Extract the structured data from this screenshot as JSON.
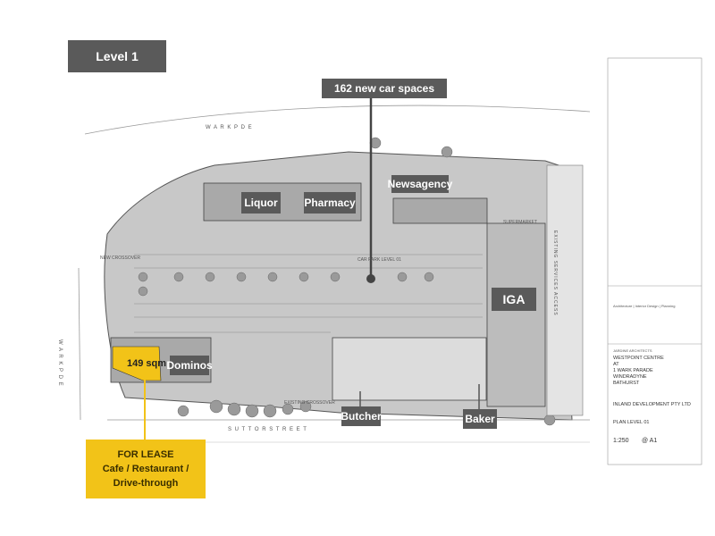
{
  "labels": {
    "level": "Level 1",
    "car_spaces": "162 new car spaces",
    "newsagency": "Newsagency",
    "liquor": "Liquor",
    "pharmacy": "Pharmacy",
    "iga": "IGA",
    "dominos": "Dominos",
    "area": "149 sqm",
    "butcher": "Butcher",
    "baker": "Baker"
  },
  "lease": {
    "line1": "FOR LEASE",
    "line2": "Cafe / Restaurant /",
    "line3": "Drive-through"
  },
  "streets": {
    "wark_pde_top": "W A R K   P D E",
    "suttor_street": "S U T T O R   S T R E E T",
    "wark_pde_left": "W A R K   P D E"
  },
  "site_notes": {
    "new_crossover": "NEW CROSSOVER",
    "existing_crossover": "EXISTING CROSSOVER",
    "car_park_level": "CAR PARK LEVEL 01",
    "supermarket": "SUPERMARKET",
    "existing_services_access": "EXISTING SERVICES ACCESS"
  },
  "title_block": {
    "project": "WESTPOINT CENTRE",
    "at": "AT",
    "address1": "1 WARK PARADE",
    "address2": "WINDRADYNE",
    "address3": "BATHURST",
    "client": "INLAND DEVELOPMENT PTY LTD",
    "drawing": "PLAN LEVEL 01",
    "scale": "1:250",
    "sheet": "@ A1",
    "firm": "JARDINE ARCHITECTS",
    "disciplines": "Architecture | Interior Design | Planning"
  },
  "colors": {
    "tag_bg": "#5a5a5a",
    "lease_bg": "#f2c318",
    "site_grey": "#c8c8c8",
    "building_grey": "#a9a9a9"
  }
}
